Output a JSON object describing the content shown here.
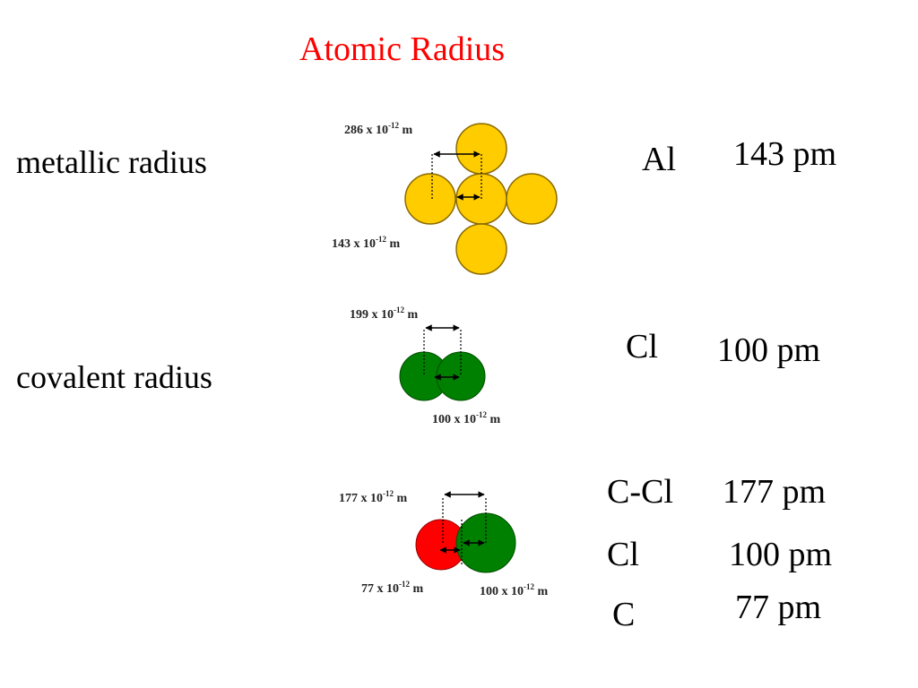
{
  "title": "Atomic Radius",
  "colors": {
    "title": "#ff0000",
    "aluminum_atom": "#ffcc00",
    "chlorine_atom": "#008000",
    "carbon_atom": "#ff0000"
  },
  "metallic": {
    "label": "metallic radius",
    "element": "Al",
    "value": "143 pm",
    "diameter_annotation": {
      "base": "286 x 10",
      "exp": "-12",
      "unit": " m"
    },
    "radius_annotation": {
      "base": "143 x 10",
      "exp": "-12",
      "unit": " m"
    }
  },
  "covalent": {
    "label": "covalent radius",
    "element": "Cl",
    "value": "100 pm",
    "diameter_annotation": {
      "base": "199 x 10",
      "exp": "-12",
      "unit": " m"
    },
    "radius_annotation": {
      "base": "100 x 10",
      "exp": "-12",
      "unit": " m"
    }
  },
  "bond": {
    "bond_label": "C-Cl",
    "bond_value": "177 pm",
    "cl_label": "Cl",
    "cl_value": "100 pm",
    "c_label": "C",
    "c_value": "77 pm",
    "bond_annotation": {
      "base": "177 x 10",
      "exp": "-12",
      "unit": " m"
    },
    "c_annotation": {
      "base": "77 x 10",
      "exp": "-12",
      "unit": " m"
    },
    "cl_annotation": {
      "base": "100 x 10",
      "exp": "-12",
      "unit": " m"
    }
  }
}
